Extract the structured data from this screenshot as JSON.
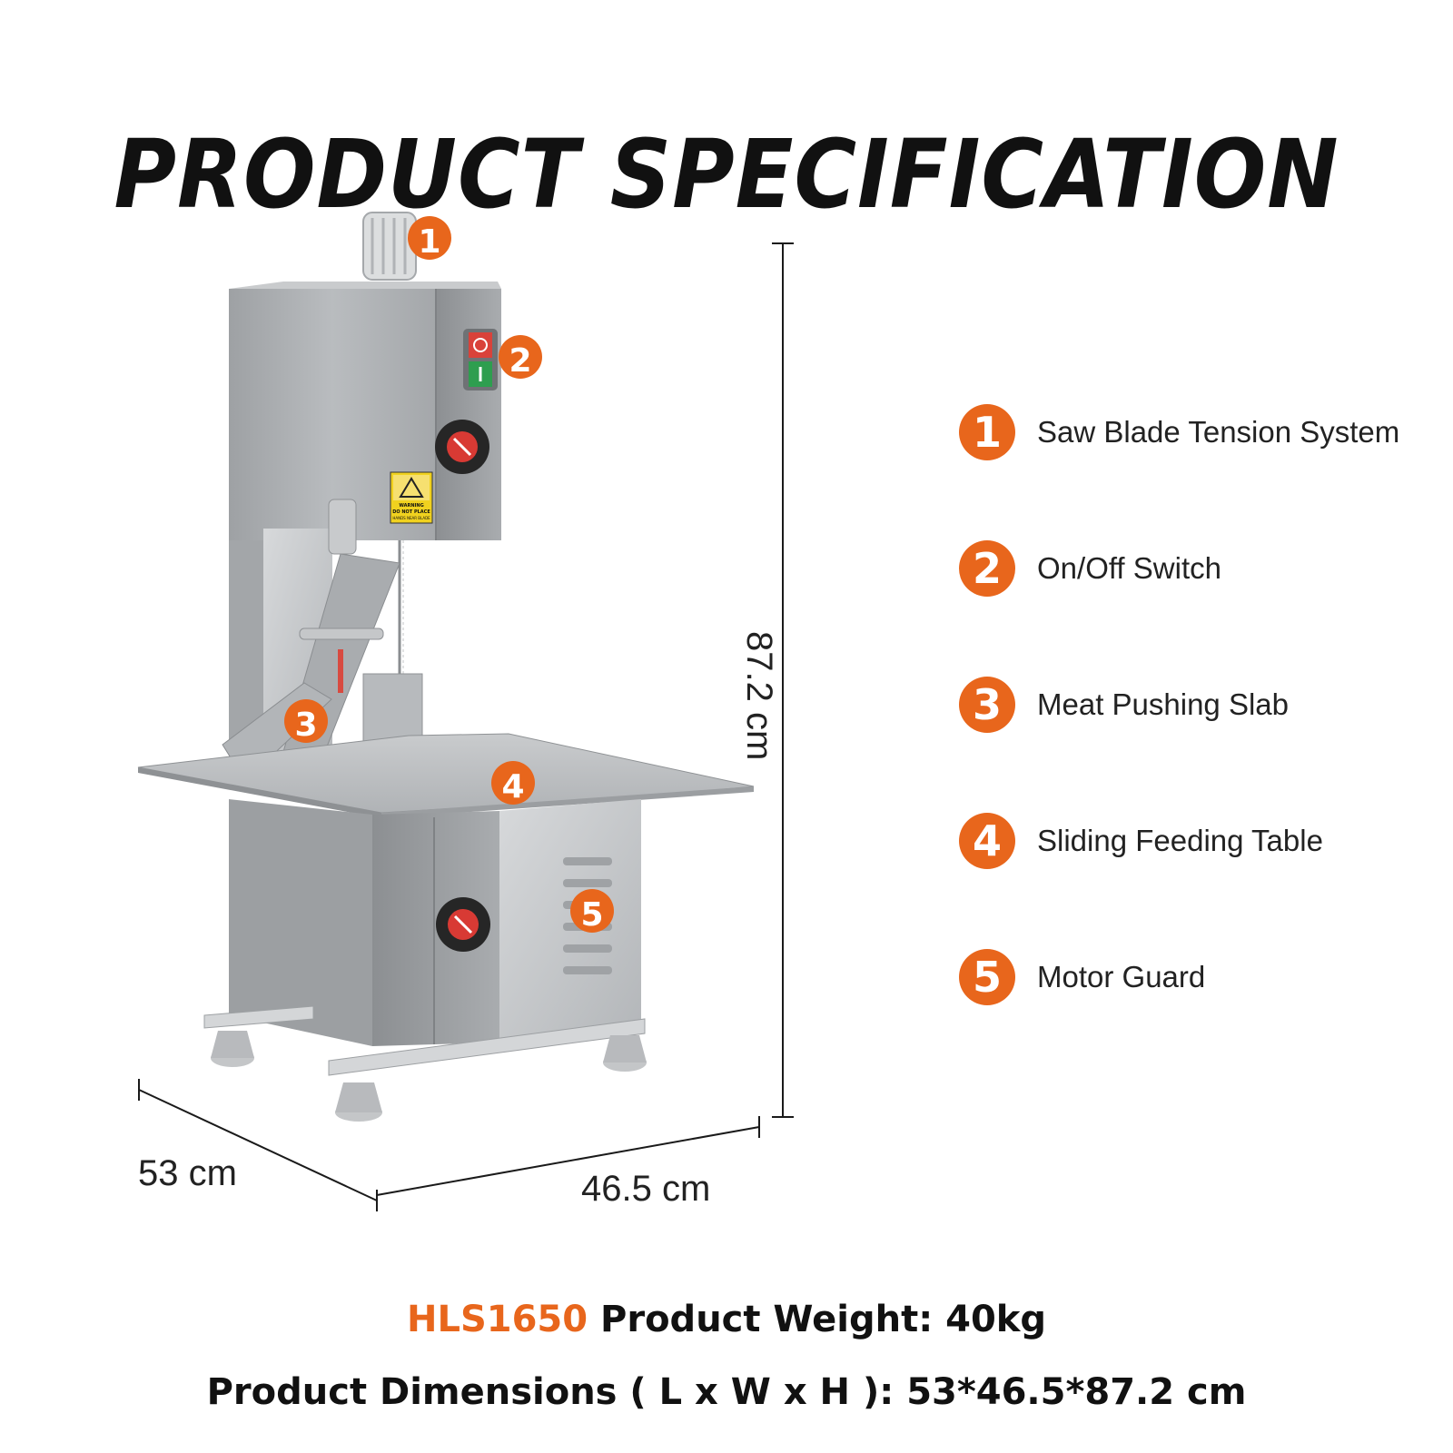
{
  "title": "PRODUCT SPECIFICATION",
  "accent_color": "#e8661c",
  "dimensions": {
    "depth": "53 cm",
    "width": "46.5 cm",
    "height": "87.2 cm"
  },
  "callouts": [
    {
      "number": "1",
      "label": "Saw Blade Tension System"
    },
    {
      "number": "2",
      "label": "On/Off Switch"
    },
    {
      "number": "3",
      "label": "Meat Pushing Slab"
    },
    {
      "number": "4",
      "label": "Sliding Feeding Table"
    },
    {
      "number": "5",
      "label": "Motor Guard"
    }
  ],
  "warning_sticker": {
    "line1": "WARNING",
    "line2": "DO NOT PLACE",
    "line3": "HANDS NEAR BLADE"
  },
  "footer": {
    "model": "HLS1650",
    "weight_text": "Product Weight: 40kg",
    "dimensions_label": "Product Dimensions",
    "dimensions_bracket_open": "(",
    "dimensions_lwh": "L x W x H",
    "dimensions_bracket_close": "):",
    "dimensions_value": "53*46.5*87.2 cm"
  }
}
